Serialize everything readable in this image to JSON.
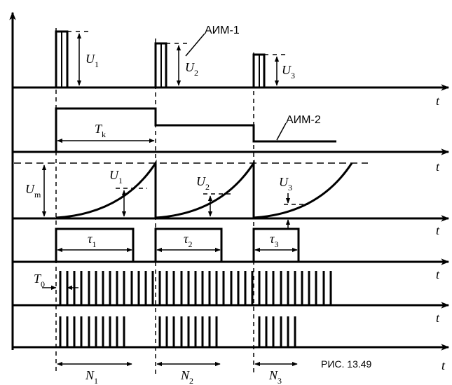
{
  "axis_label": "t",
  "caption": "РИС. 13.49",
  "labels": {
    "aim1": "АИМ-1",
    "aim2": "АИМ-2",
    "U1": {
      "main": "U",
      "sub": "1"
    },
    "U2": {
      "main": "U",
      "sub": "2"
    },
    "U3": {
      "main": "U",
      "sub": "3"
    },
    "Um": {
      "main": "U",
      "sub": "m"
    },
    "Tk": {
      "main": "T",
      "sub": "k"
    },
    "tau1": {
      "main": "τ",
      "sub": "1"
    },
    "tau2": {
      "main": "τ",
      "sub": "2"
    },
    "tau3": {
      "main": "τ",
      "sub": "3"
    },
    "T0": {
      "main": "T",
      "sub": "0"
    },
    "N1": {
      "main": "N",
      "sub": "1"
    },
    "N2": {
      "main": "N",
      "sub": "2"
    },
    "N3": {
      "main": "N",
      "sub": "3"
    }
  }
}
